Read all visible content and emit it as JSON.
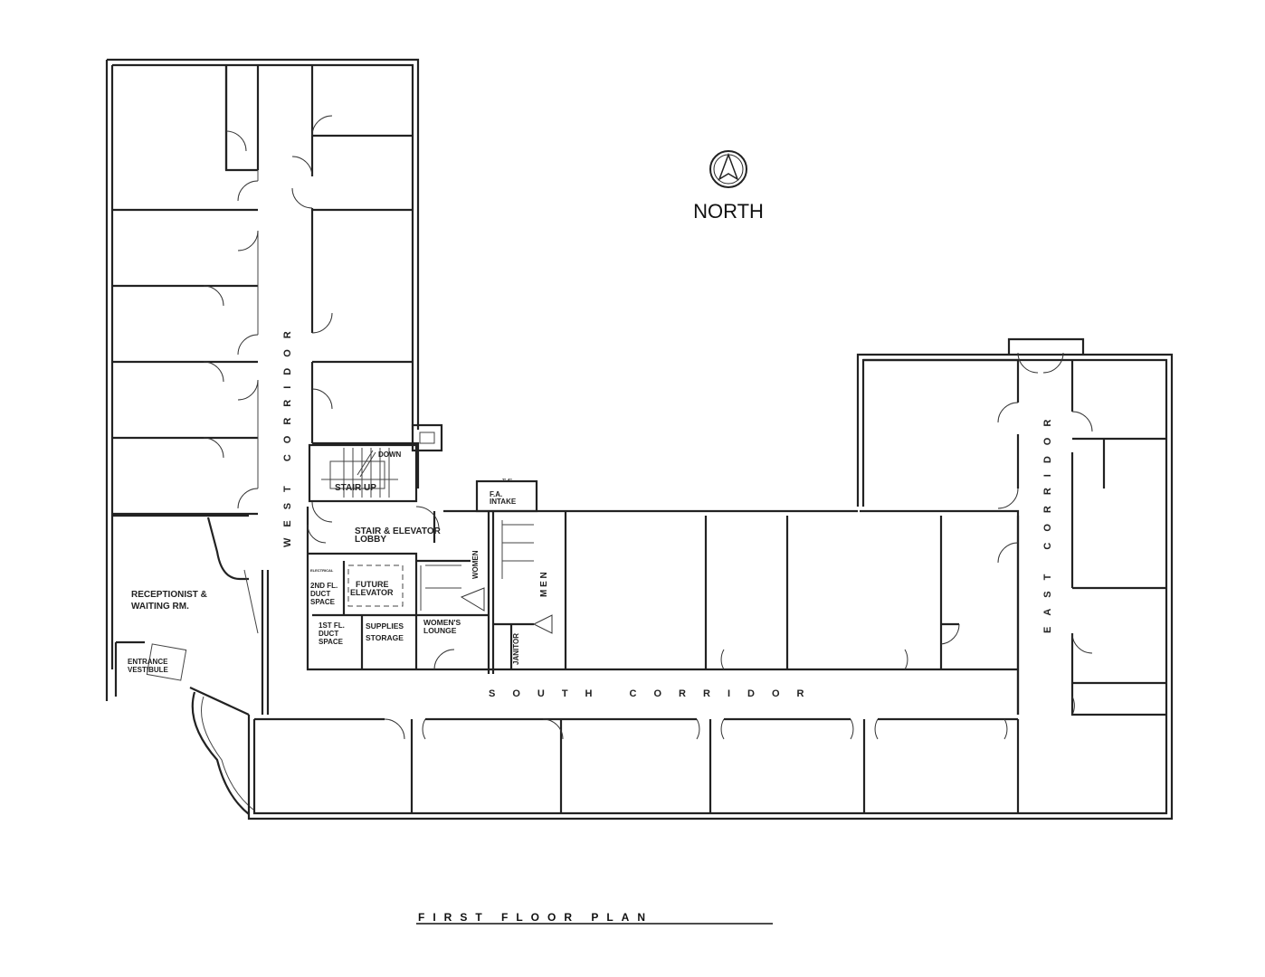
{
  "north_label": "NORTH",
  "title": "FIRST FLOOR PLAN",
  "corridors": {
    "west": "WEST CORRIDOR",
    "east": "EAST CORRIDOR",
    "south": "SOUTH CORRIDOR"
  },
  "rooms": {
    "stair_down": "DOWN",
    "stair_up": "STAIR UP",
    "fa_intake_1": "F.A.",
    "fa_intake_2": "INTAKE",
    "lobby_1": "STAIR & ELEVATOR",
    "lobby_2": "LOBBY",
    "electrical": "ELECTRICAL",
    "duct2_1": "2ND FL.",
    "duct2_2": "DUCT",
    "duct2_3": "SPACE",
    "elevator_1": "FUTURE",
    "elevator_2": "ELEVATOR",
    "duct1_1": "1ST FL.",
    "duct1_2": "DUCT",
    "duct1_3": "SPACE",
    "supplies_1": "SUPPLIES",
    "supplies_2": "STORAGE",
    "women": "WOMEN",
    "lounge_1": "WOMEN'S",
    "lounge_2": "LOUNGE",
    "men": "M E N",
    "janitor": "JANITOR",
    "reception_1": "RECEPTIONIST &",
    "reception_2": "WAITING RM.",
    "vestibule_1": "ENTRANCE",
    "vestibule_2": "VESTIBULE",
    "dimension": "7'-4\""
  }
}
